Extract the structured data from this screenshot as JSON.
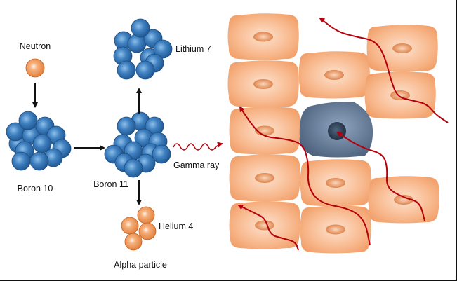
{
  "labels": {
    "neutron": "Neutron",
    "boron10": "Boron 10",
    "boron11": "Boron 11",
    "lithium7": "Lithium 7",
    "gamma": "Gamma ray",
    "helium4": "Helium 4",
    "alpha": "Alpha particle"
  },
  "colors": {
    "nucleon_blue": "#3a78b5",
    "particle_orange": "#f0924c",
    "cell_orange": "#f4a373",
    "tumor_cell": "#5f7592",
    "radiation_red": "#b5000c"
  }
}
